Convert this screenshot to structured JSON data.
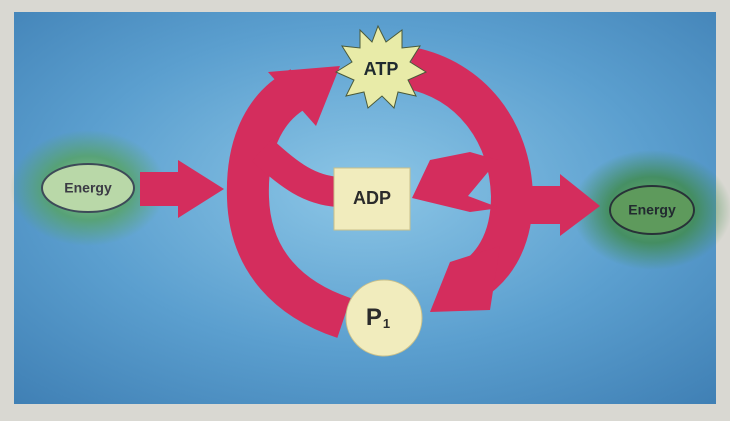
{
  "diagram": {
    "energy_in": "Energy",
    "energy_out": "Energy",
    "atp": "ATP",
    "adp": "ADP",
    "pi_letter": "P",
    "pi_subscript": "1",
    "colors": {
      "background": "#5b9fcf",
      "arrow": "#d42d5d",
      "energy_glow": "#56a35a",
      "label_fill": "#f1ecbd"
    }
  }
}
